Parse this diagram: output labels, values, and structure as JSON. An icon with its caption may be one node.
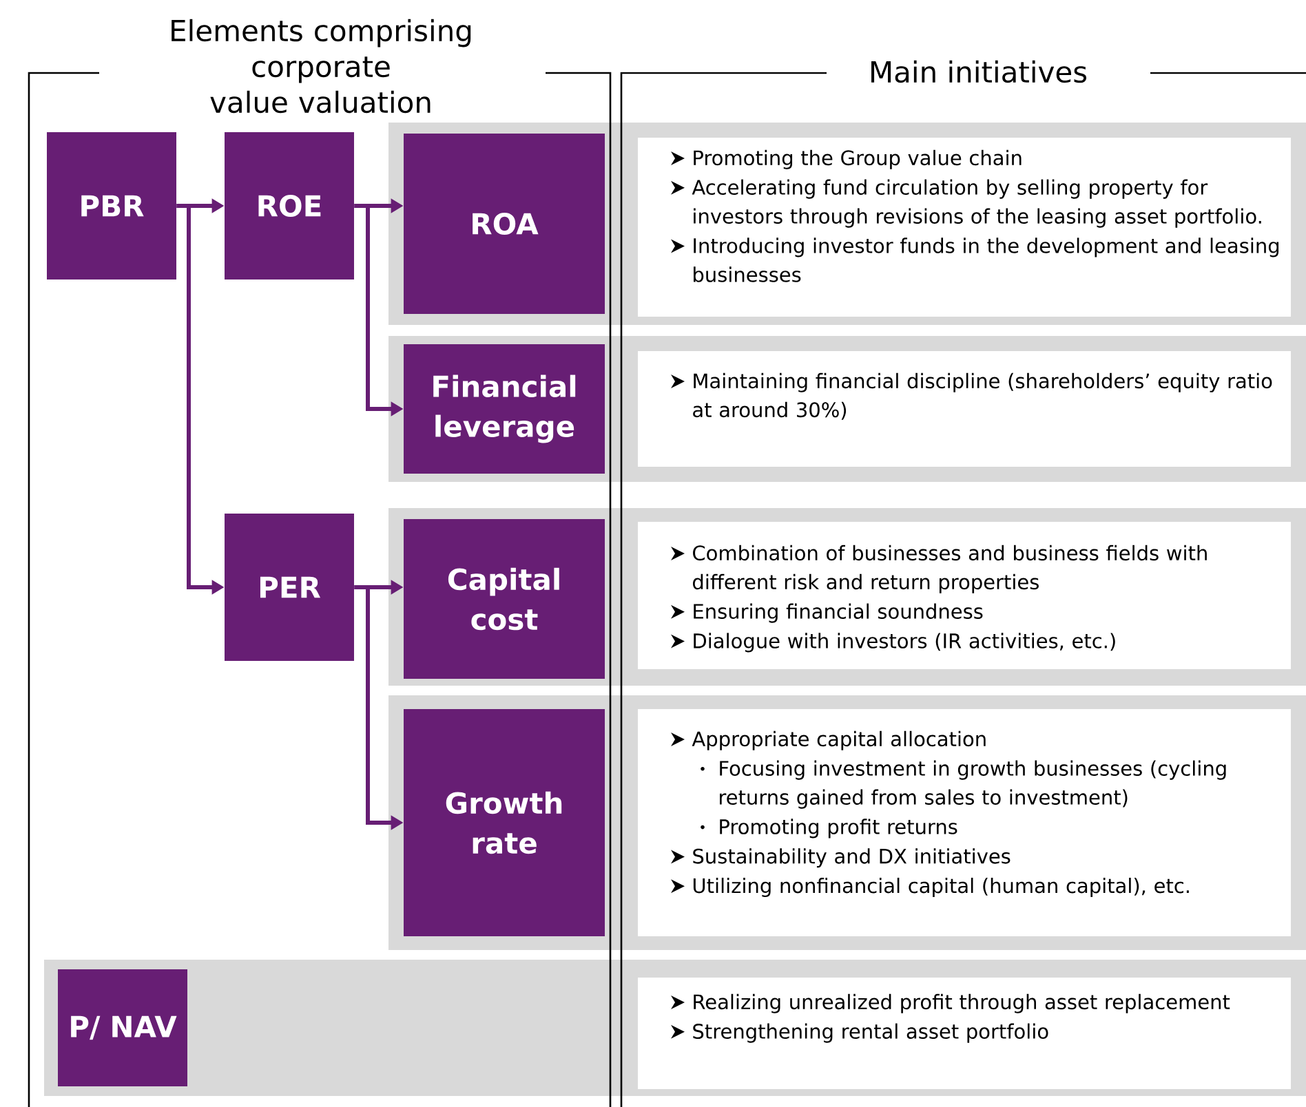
{
  "diagram": {
    "nodes": [
      {
        "text": [
          "Elements comprising corporate value valuation"
        ]
      },
      {
        "text": [
          "Main initiatives"
        ]
      },
      {
        "text": [
          "PBR"
        ],
        "in": 0
      },
      {
        "text": [
          "ROE"
        ],
        "in": 0
      },
      {
        "text": [
          "ROA"
        ],
        "in": 0
      },
      {
        "text": [
          "Financial leverage"
        ],
        "in": 0
      },
      {
        "text": [
          "PER"
        ],
        "in": 0
      },
      {
        "text": [
          "Capital cost"
        ],
        "in": 0
      },
      {
        "text": [
          "Growth rate"
        ],
        "in": 0
      },
      {
        "text": [
          "P/ NAV"
        ],
        "in": 0
      },
      {
        "text": [
          "Promoting the Group value chain",
          "Accelerating fund circulation by selling property for investors through revisions of the leasing asset portfolio.",
          "Introducing investor funds in the development and leasing businesses"
        ],
        "in": 1
      },
      {
        "text": [
          "Maintaining financial discipline (shareholders’ equity ratio at around 30%)"
        ],
        "in": 1
      },
      {
        "text": [
          "Combination of businesses and business fields with different risk and return properties",
          "Ensuring financial soundness",
          "Dialogue with investors (IR activities, etc.)"
        ],
        "in": 1
      },
      {
        "text": [
          "Appropriate capital allocation",
          "Focusing investment in growth businesses (cycling returns gained from sales to investment)",
          "Promoting profit returns",
          "Sustainability and DX initiatives",
          "Utilizing nonfinancial capital (human capital), etc."
        ],
        "in": 1
      },
      {
        "text": [
          "Realizing unrealized profit through asset replacement",
          "Strengthening rental asset portfolio"
        ],
        "in": 1
      }
    ],
    "edges": [
      {
        "from": 2,
        "to": 3,
        "arrow": "to"
      },
      {
        "from": 2,
        "to": 6,
        "arrow": "to"
      },
      {
        "from": 3,
        "to": 4,
        "arrow": "to"
      },
      {
        "from": 3,
        "to": 5,
        "arrow": "to"
      },
      {
        "from": 6,
        "to": 7,
        "arrow": "to"
      },
      {
        "from": 6,
        "to": 8,
        "arrow": "to"
      }
    ]
  }
}
